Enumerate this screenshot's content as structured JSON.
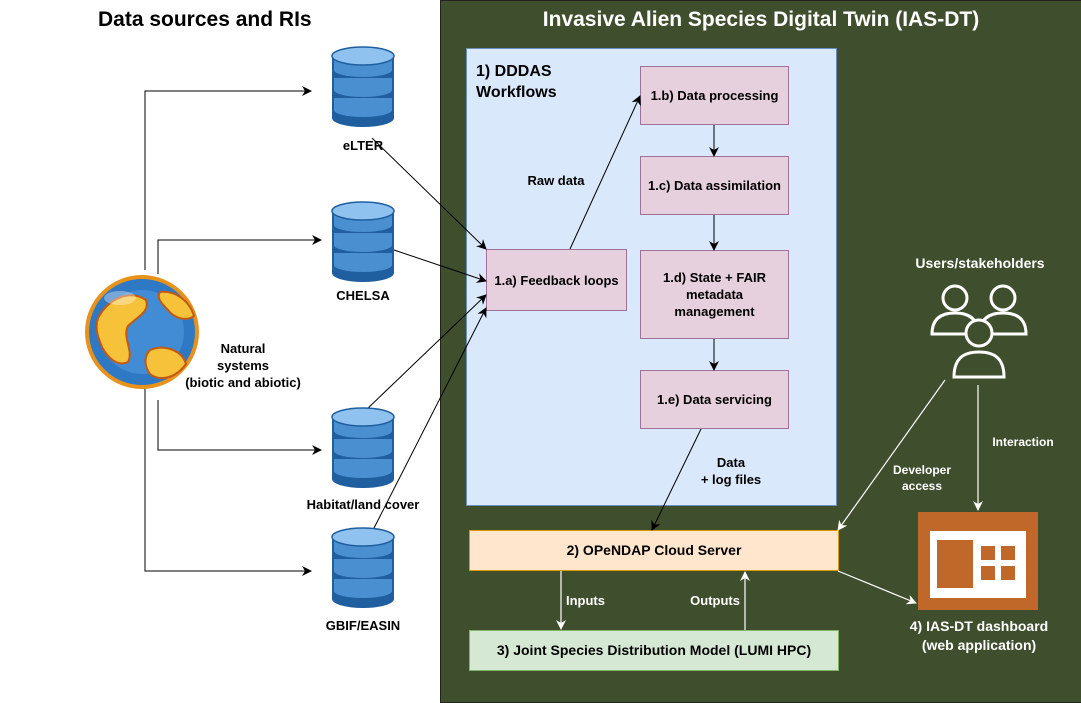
{
  "titles": {
    "sources": "Data sources and RIs",
    "twin": "Invasive Alien Species Digital Twin (IAS-DT)"
  },
  "databases": [
    {
      "name": "eLTER"
    },
    {
      "name": "CHELSA"
    },
    {
      "name": "Habitat/land cover"
    },
    {
      "name": "GBIF/EASIN"
    }
  ],
  "globe": {
    "icon": "globe-icon",
    "label_lines": [
      "Natural",
      "systems",
      "(biotic and abiotic)"
    ]
  },
  "dddas": {
    "title_lines": [
      "1) DDDAS",
      "Workflows"
    ],
    "feedback": "1.a) Feedback loops",
    "processing": "1.b) Data processing",
    "assimilation": "1.c) Data assimilation",
    "state_lines": [
      "1.d) State + FAIR",
      "metadata",
      "management"
    ],
    "servicing": "1.e) Data servicing",
    "raw_data": "Raw data",
    "data_log_lines": [
      "Data",
      "+ log files"
    ]
  },
  "opendap": "2) OPeNDAP Cloud Server",
  "jsdm": "3) Joint Species Distribution Model (LUMI HPC)",
  "inputs": "Inputs",
  "outputs": "Outputs",
  "users": {
    "label": "Users/stakeholders",
    "icon": "users-icon"
  },
  "developer_access_lines": [
    "Developer",
    "access"
  ],
  "interaction": "Interaction",
  "dashboard": {
    "icon": "dashboard-icon",
    "label_lines": [
      "4) IAS-DT dashboard",
      "(web application)"
    ]
  },
  "colors": {
    "twin_background": "#3f4f2d",
    "dddas_panel": "#dae8fc",
    "process_box": "#e6d0de",
    "cloud_server": "#ffe6cc",
    "jsdm_box": "#d5e8d4",
    "database": "#3c86c6",
    "dashboard": "#c0672a"
  }
}
